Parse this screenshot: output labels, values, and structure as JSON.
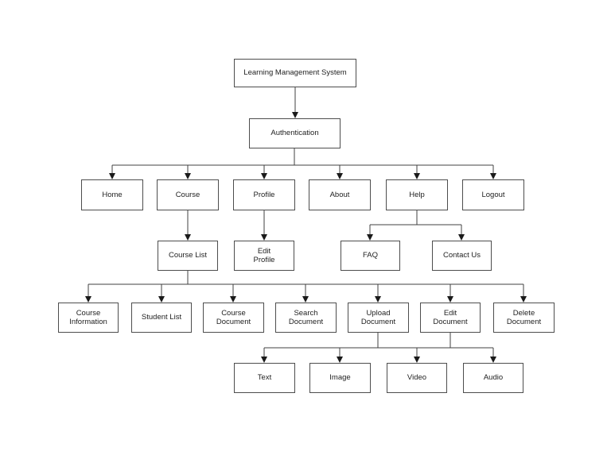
{
  "diagram": {
    "type": "hierarchy-flowchart",
    "root": "Learning Management System"
  },
  "colors": {
    "background": "#ffffff",
    "box_fill": "#ffffff",
    "box_border": "#4d4d4d",
    "connector_line": "#404040",
    "arrowhead": "#1a1a1a",
    "text": "#222222"
  },
  "nodes": {
    "lms": {
      "label": "Learning Management System"
    },
    "auth": {
      "label": "Authentication"
    },
    "home": {
      "label": "Home"
    },
    "course": {
      "label": "Course"
    },
    "profile": {
      "label": "Profile"
    },
    "about": {
      "label": "About"
    },
    "help": {
      "label": "Help"
    },
    "logout": {
      "label": "Logout"
    },
    "course_list": {
      "label": "Course List"
    },
    "edit_profile": {
      "label": "Edit\nProfile"
    },
    "faq": {
      "label": "FAQ"
    },
    "contact_us": {
      "label": "Contact Us"
    },
    "course_information": {
      "label": "Course\nInformation"
    },
    "student_list": {
      "label": "Student List"
    },
    "course_document": {
      "label": "Course\nDocument"
    },
    "search_document": {
      "label": "Search\nDocument"
    },
    "upload_document": {
      "label": "Upload\nDocument"
    },
    "edit_document": {
      "label": "Edit\nDocument"
    },
    "delete_document": {
      "label": "Delete\nDocument"
    },
    "text": {
      "label": "Text"
    },
    "image": {
      "label": "Image"
    },
    "video": {
      "label": "Video"
    },
    "audio": {
      "label": "Audio"
    }
  },
  "edges": [
    {
      "from": "lms",
      "to": "auth"
    },
    {
      "from": "auth",
      "to": "home"
    },
    {
      "from": "auth",
      "to": "course"
    },
    {
      "from": "auth",
      "to": "profile"
    },
    {
      "from": "auth",
      "to": "about"
    },
    {
      "from": "auth",
      "to": "help"
    },
    {
      "from": "auth",
      "to": "logout"
    },
    {
      "from": "course",
      "to": "course_list"
    },
    {
      "from": "profile",
      "to": "edit_profile"
    },
    {
      "from": "help",
      "to": "faq"
    },
    {
      "from": "help",
      "to": "contact_us"
    },
    {
      "from": "course_list",
      "to": "course_information"
    },
    {
      "from": "course_list",
      "to": "student_list"
    },
    {
      "from": "course_list",
      "to": "course_document"
    },
    {
      "from": "course_list",
      "to": "search_document"
    },
    {
      "from": "course_list",
      "to": "upload_document"
    },
    {
      "from": "course_list",
      "to": "edit_document"
    },
    {
      "from": "course_list",
      "to": "delete_document"
    },
    {
      "from": "upload_document",
      "to": "text"
    },
    {
      "from": "upload_document",
      "to": "image"
    },
    {
      "from": "upload_document",
      "to": "video"
    },
    {
      "from": "upload_document",
      "to": "audio"
    },
    {
      "from": "edit_document",
      "to": "text"
    },
    {
      "from": "edit_document",
      "to": "image"
    },
    {
      "from": "edit_document",
      "to": "video"
    },
    {
      "from": "edit_document",
      "to": "audio"
    }
  ]
}
